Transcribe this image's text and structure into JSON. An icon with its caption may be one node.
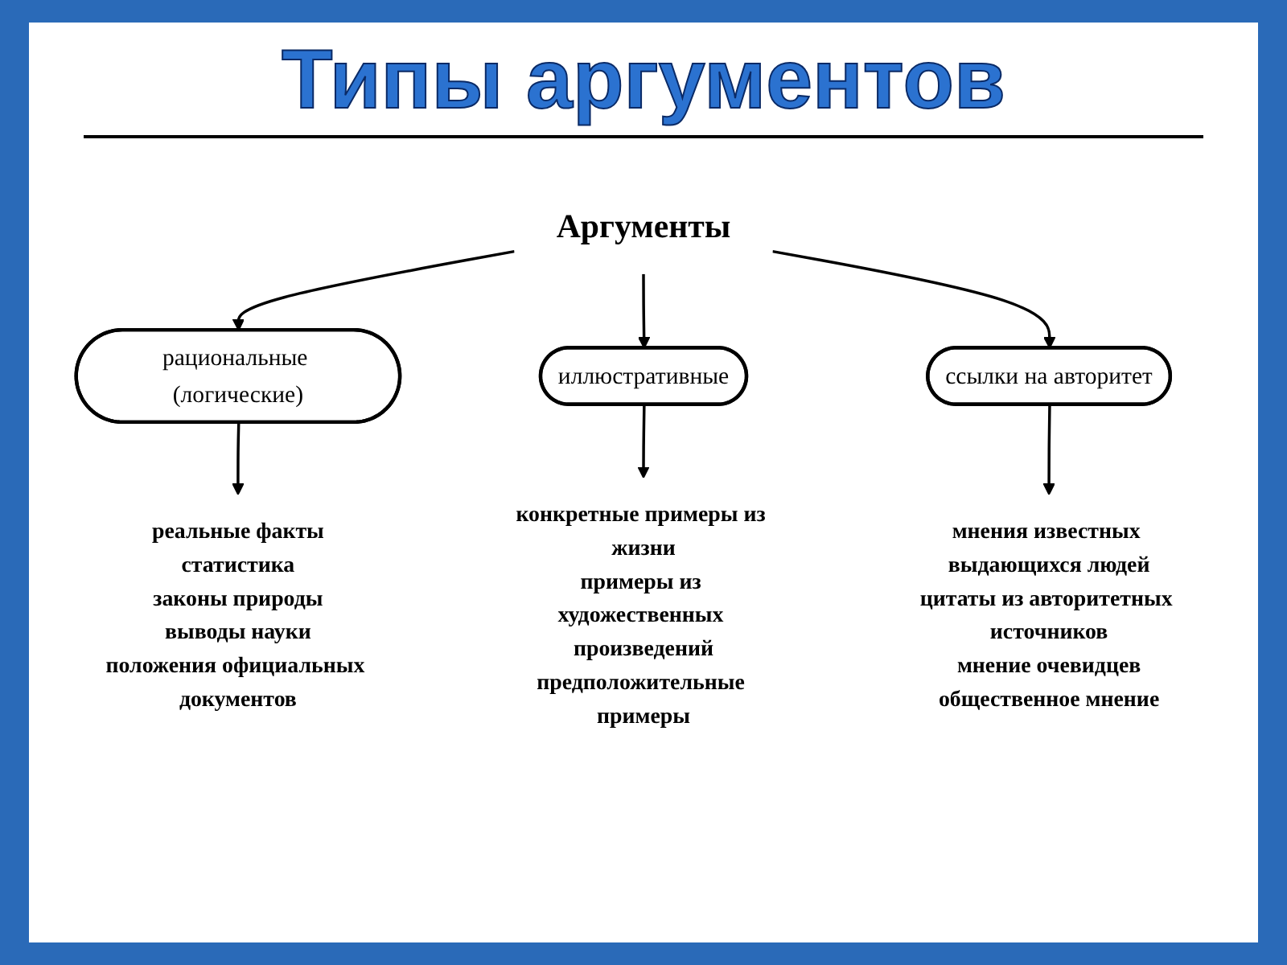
{
  "diagram": {
    "title": "Типы аргументов",
    "nodes": [
      {
        "text": [
          "Аргументы"
        ]
      },
      {
        "text": [
          "рациональные (логические)"
        ]
      },
      {
        "text": [
          "иллюстративные"
        ]
      },
      {
        "text": [
          "ссылки на авторитет"
        ]
      },
      {
        "text": [
          "реальные факты",
          "статистика",
          "законы природы",
          "выводы науки",
          "положения официальных документов"
        ]
      },
      {
        "text": [
          "конкретные примеры из жизни",
          "примеры из художественных произведений",
          "предположительные примеры"
        ]
      },
      {
        "text": [
          "мнения известных выдающихся людей",
          "цитаты из авторитетных источников",
          "мнение очевидцев",
          "общественное мнение"
        ]
      }
    ],
    "edges": [
      {
        "from": 0,
        "to": 1,
        "arrow": "to"
      },
      {
        "from": 0,
        "to": 2,
        "arrow": "to"
      },
      {
        "from": 0,
        "to": 3,
        "arrow": "to"
      },
      {
        "from": 1,
        "to": 4,
        "arrow": "to"
      },
      {
        "from": 2,
        "to": 5,
        "arrow": "to"
      },
      {
        "from": 3,
        "to": 6,
        "arrow": "to"
      }
    ]
  }
}
